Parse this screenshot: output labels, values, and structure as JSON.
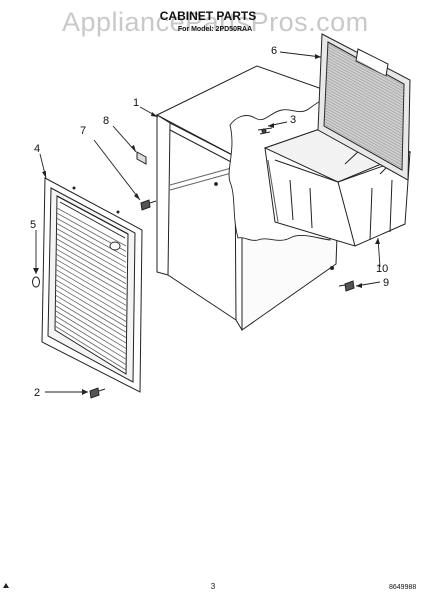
{
  "watermark": "AppliancePartsPros.com",
  "header": {
    "title": "CABINET PARTS",
    "subtitle": "For Model: 2PD50RAA"
  },
  "callouts": [
    "1",
    "2",
    "3",
    "4",
    "5",
    "6",
    "7",
    "8",
    "9",
    "10"
  ],
  "footer": {
    "page_number": "3",
    "part_code": "8649988"
  }
}
